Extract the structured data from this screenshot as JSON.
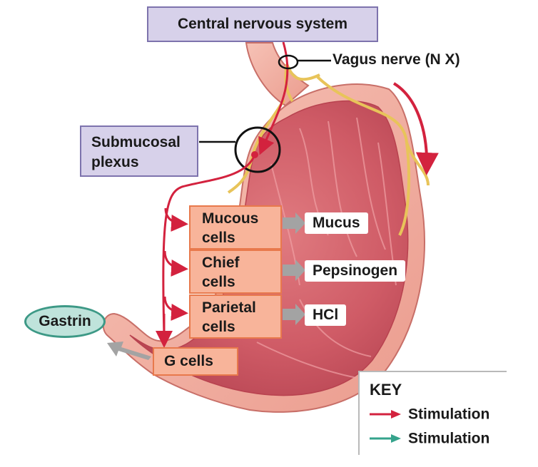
{
  "labels": {
    "cns": "Central nervous system",
    "vagus": "Vagus nerve (N X)",
    "plexus_line1": "Submucosal",
    "plexus_line2": "plexus",
    "gastrin": "Gastrin",
    "g_cells": "G cells"
  },
  "cells": [
    {
      "line1": "Mucous",
      "line2": "cells",
      "product": "Mucus"
    },
    {
      "line1": "Chief",
      "line2": "cells",
      "product": "Pepsinogen"
    },
    {
      "line1": "Parietal",
      "line2": "cells",
      "product": "HCl"
    }
  ],
  "key": {
    "title": "KEY",
    "items": [
      {
        "label": "Stimulation",
        "color": "#d3223e"
      },
      {
        "label": "Stimulation",
        "color": "#35a38c"
      }
    ]
  },
  "colors": {
    "nerve": "#d3223e",
    "vagus_nerve": "#e8c45a",
    "stomach_outer": "#f0a89a",
    "stomach_inner": "#cf5b66",
    "label_box": "#d7d1ea",
    "cell_box": "#f8b49a",
    "gastrin_fill": "#bfe3db"
  }
}
